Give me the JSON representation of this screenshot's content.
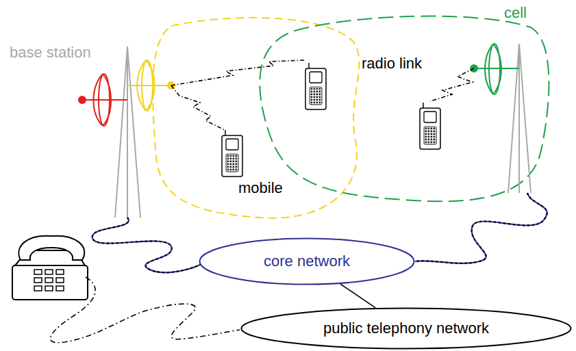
{
  "diagram": {
    "nodes": [
      {
        "text": [
          "core network"
        ]
      },
      {
        "text": [
          "public telephony network"
        ]
      }
    ],
    "edges": [
      {
        "from": 0,
        "to": 1,
        "arrow": "none"
      }
    ],
    "labels": [
      "base station",
      "cell",
      "radio link",
      "mobile"
    ]
  }
}
